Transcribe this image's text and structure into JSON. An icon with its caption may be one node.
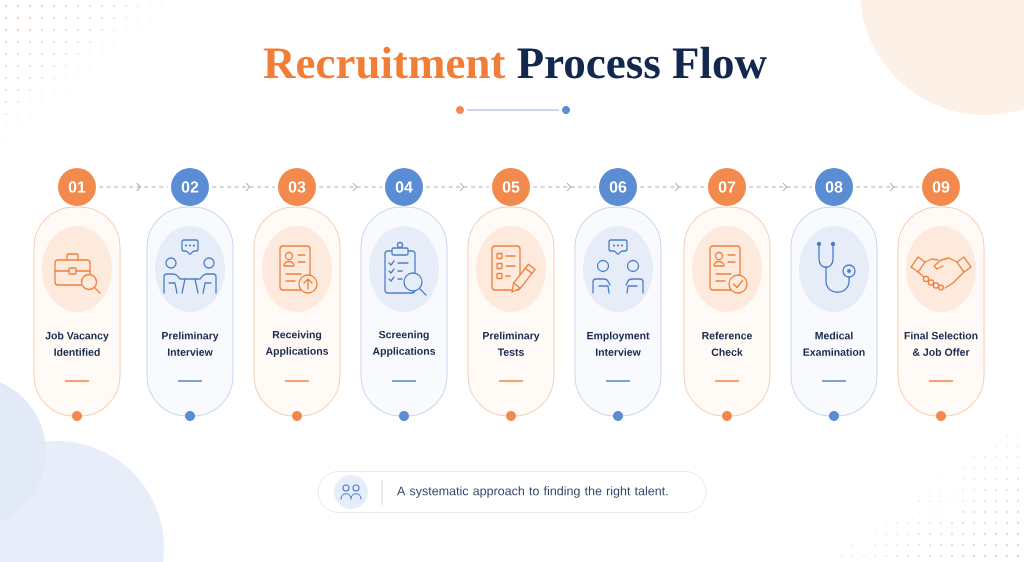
{
  "diagram": {
    "title": "Recruitment Process Flow",
    "nodes": [
      {
        "text": [
          "01"
        ]
      },
      {
        "text": [
          "Job Vacancy Identified"
        ]
      },
      {
        "text": [
          "02"
        ]
      },
      {
        "text": [
          "Preliminary Interview"
        ]
      },
      {
        "text": [
          "03"
        ]
      },
      {
        "text": [
          "Receiving Applications"
        ]
      },
      {
        "text": [
          "04"
        ]
      },
      {
        "text": [
          "Screening Applications"
        ]
      },
      {
        "text": [
          "05"
        ]
      },
      {
        "text": [
          "Preliminary Tests"
        ]
      },
      {
        "text": [
          "06"
        ]
      },
      {
        "text": [
          "Employment Interview"
        ]
      },
      {
        "text": [
          "07"
        ]
      },
      {
        "text": [
          "Reference Check"
        ]
      },
      {
        "text": [
          "08"
        ]
      },
      {
        "text": [
          "Medical Examination"
        ]
      },
      {
        "text": [
          "09"
        ]
      },
      {
        "text": [
          "Final Selection & Job Offer"
        ]
      },
      {
        "text": [
          "A systematic approach to finding the right talent."
        ]
      }
    ],
    "edges": [
      {
        "from": 0,
        "to": 2,
        "arrow": "to",
        "style": "dashed"
      },
      {
        "from": 2,
        "to": 4,
        "arrow": "to",
        "style": "dashed"
      },
      {
        "from": 4,
        "to": 6,
        "arrow": "to",
        "style": "dashed"
      },
      {
        "from": 6,
        "to": 8,
        "arrow": "to",
        "style": "dashed"
      },
      {
        "from": 8,
        "to": 10,
        "arrow": "to",
        "style": "dashed"
      },
      {
        "from": 10,
        "to": 12,
        "arrow": "to",
        "style": "dashed"
      },
      {
        "from": 12,
        "to": 14,
        "arrow": "to",
        "style": "dashed"
      },
      {
        "from": 14,
        "to": 16,
        "arrow": "to",
        "style": "dashed"
      }
    ]
  }
}
